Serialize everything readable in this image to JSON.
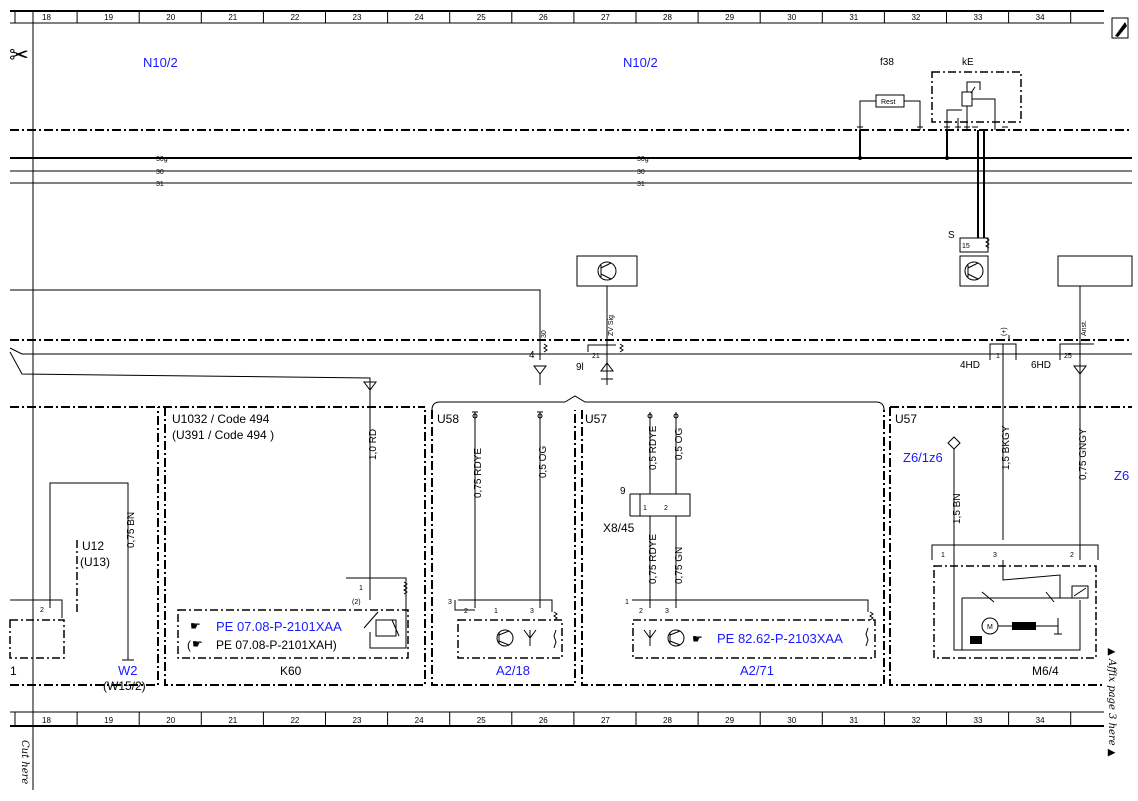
{
  "grid": {
    "columns": [
      "18",
      "19",
      "20",
      "21",
      "22",
      "23",
      "24",
      "25",
      "26",
      "27",
      "28",
      "29",
      "30",
      "31",
      "32",
      "33",
      "34"
    ]
  },
  "colors": {
    "link": "#1a1aff",
    "line": "#000000"
  },
  "labels": {
    "n10_2_left": "N10/2",
    "n10_2_right": "N10/2",
    "f38": "f38",
    "ke": "kE",
    "rest": "Rest",
    "bus_30g_a": "30g",
    "bus_30g_b": "30g",
    "bus_30_a": "30",
    "bus_30_b": "30",
    "bus_31_a": "31",
    "bus_31_b": "31",
    "s": "S",
    "pin15": "15",
    "pin30": "30",
    "pin4": "4",
    "pin21": "21",
    "zv_sig": "ZV Sig",
    "pin9l": "9l",
    "pin1_4hd": "1",
    "plus": "(+)",
    "hd4": "4HD",
    "hd6": "6HD",
    "pin25": "25",
    "anst": "Anst.",
    "u1032": "U1032 /  Code 494",
    "u391": "(U391 /  Code 494  )",
    "u58": "U58",
    "u57a": "U57",
    "u57b": "U57",
    "u12": "U12",
    "u13": "(U13)",
    "w_10rd": "1,0 RD",
    "w_075rdye_a": "0,75 RDYE",
    "w_05og_a": "0,5 OG",
    "w_05rdye": "0,5 RDYE",
    "w_05og_b": "0,5 OG",
    "w_075rdye_b": "0,75 RDYE",
    "w_075gn": "0,75 GN",
    "w_075bn": "0,75 BN",
    "w_15bn": "1,5 BN",
    "w_15bkgy": "1,5 BKGY",
    "w_075gngy": "0,75 GNGY",
    "z6_1z6": "Z6/1z6",
    "z6_cut": "Z6",
    "x8_45": "X8/45",
    "pin9": "9",
    "x_p1": "1",
    "x_p2": "2",
    "k60_1": "1",
    "k60_2": "(2)",
    "pe_a": "PE 07.08-P-2101XAA",
    "pe_b": "PE 07.08-P-2101XAH)",
    "pe_b_open": "(",
    "k60": "K60",
    "a218_p3": "3",
    "a218_p2": "2",
    "a218_p1": "1",
    "a218_p3b": "3",
    "a218": "A2/18",
    "a271_p1": "1",
    "a271_p2": "2",
    "a271_p3": "3",
    "pe_c": "PE 82.62-P-2103XAA",
    "a271": "A2/71",
    "m64_p1": "1",
    "m64_p3": "3",
    "m64_p2": "2",
    "m64": "M6/4",
    "m_label": "M",
    "left_p2": "2",
    "left_1": "1",
    "w2": "W2",
    "w15_2": "(W15/2)",
    "cut_here": "Cut here",
    "affix": "▲ Affix page 3 here ▲"
  }
}
